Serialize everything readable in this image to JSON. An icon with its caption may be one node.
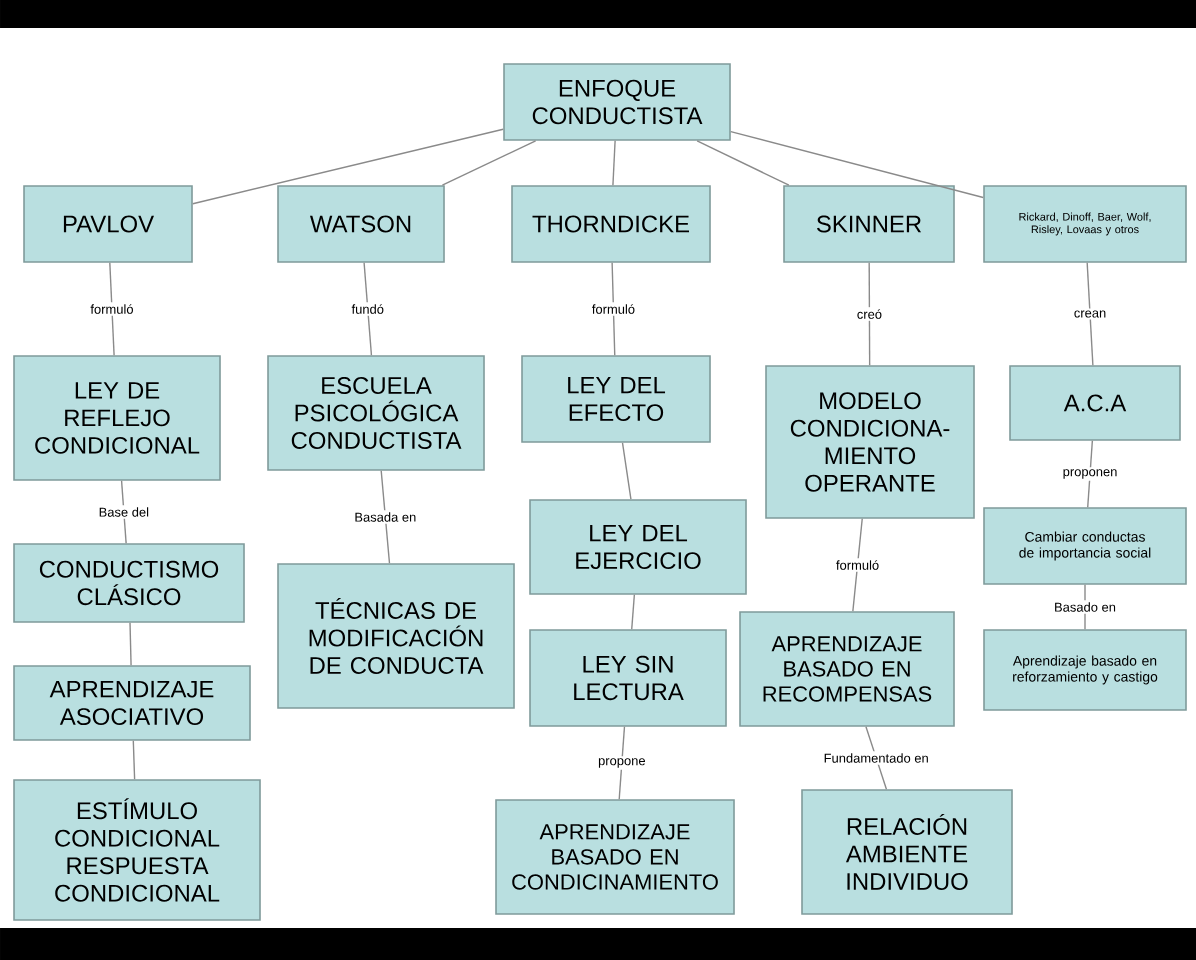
{
  "diagram": {
    "nodes": [
      {
        "text": [
          "ENFOQUE CONDUCTISTA"
        ]
      },
      {
        "text": [
          "PAVLOV"
        ]
      },
      {
        "text": [
          "WATSON"
        ]
      },
      {
        "text": [
          "THORNDICKE"
        ]
      },
      {
        "text": [
          "SKINNER"
        ]
      },
      {
        "text": [
          "Rickard, Dinoff, Baer, Wolf, Risley, Lovaas y otros"
        ]
      },
      {
        "text": [
          "LEY DE REFLEJO CONDICIONAL"
        ]
      },
      {
        "text": [
          "ESCUELA PSICOLÓGICA CONDUCTISTA"
        ]
      },
      {
        "text": [
          "LEY DEL EFECTO"
        ]
      },
      {
        "text": [
          "MODELO CONDICIONA- MIENTO OPERANTE"
        ]
      },
      {
        "text": [
          "A.C.A"
        ]
      },
      {
        "text": [
          "CONDUCTISMO CLÁSICO"
        ]
      },
      {
        "text": [
          "TÉCNICAS DE MODIFICACIÓN DE CONDUCTA"
        ]
      },
      {
        "text": [
          "LEY DEL EJERCICIO"
        ]
      },
      {
        "text": [
          "LEY SIN LECTURA"
        ]
      },
      {
        "text": [
          "APRENDIZAJE ASOCIATIVO"
        ]
      },
      {
        "text": [
          "APRENDIZAJE BASADO EN RECOMPENSAS"
        ]
      },
      {
        "text": [
          "Cambiar conductas de importancia social"
        ]
      },
      {
        "text": [
          "Aprendizaje basado en reforzamiento y castigo"
        ]
      },
      {
        "text": [
          "ESTÍMULO CONDICIONAL RESPUESTA CONDICIONAL"
        ]
      },
      {
        "text": [
          "APRENDIZAJE BASADO EN CONDICINAMIENTO"
        ]
      },
      {
        "text": [
          "RELACIÓN AMBIENTE INDIVIDUO"
        ]
      }
    ],
    "edges": [
      {
        "from": 0,
        "to": 1,
        "arrow": "none"
      },
      {
        "from": 0,
        "to": 2,
        "arrow": "none"
      },
      {
        "from": 0,
        "to": 3,
        "arrow": "none"
      },
      {
        "from": 0,
        "to": 4,
        "arrow": "none"
      },
      {
        "from": 0,
        "to": 5,
        "arrow": "none"
      },
      {
        "from": 1,
        "to": 6,
        "arrow": "none",
        "label": "formuló"
      },
      {
        "from": 2,
        "to": 7,
        "arrow": "none",
        "label": "fundó"
      },
      {
        "from": 3,
        "to": 8,
        "arrow": "none",
        "label": "formuló"
      },
      {
        "from": 4,
        "to": 9,
        "arrow": "none",
        "label": "creó"
      },
      {
        "from": 5,
        "to": 10,
        "arrow": "none",
        "label": "crean"
      },
      {
        "from": 6,
        "to": 11,
        "arrow": "none",
        "label": "Base del"
      },
      {
        "from": 7,
        "to": 12,
        "arrow": "none",
        "label": "Basada en"
      },
      {
        "from": 8,
        "to": 13,
        "arrow": "none"
      },
      {
        "from": 9,
        "to": 16,
        "arrow": "none",
        "label": "formuló"
      },
      {
        "from": 10,
        "to": 17,
        "arrow": "none",
        "label": "proponen"
      },
      {
        "from": 11,
        "to": 15,
        "arrow": "none"
      },
      {
        "from": 13,
        "to": 14,
        "arrow": "none"
      },
      {
        "from": 14,
        "to": 20,
        "arrow": "none",
        "label": "propone"
      },
      {
        "from": 15,
        "to": 19,
        "arrow": "none"
      },
      {
        "from": 16,
        "to": 21,
        "arrow": "none",
        "label": "Fundamentado en"
      },
      {
        "from": 17,
        "to": 18,
        "arrow": "none",
        "label": "Basado en"
      }
    ]
  }
}
